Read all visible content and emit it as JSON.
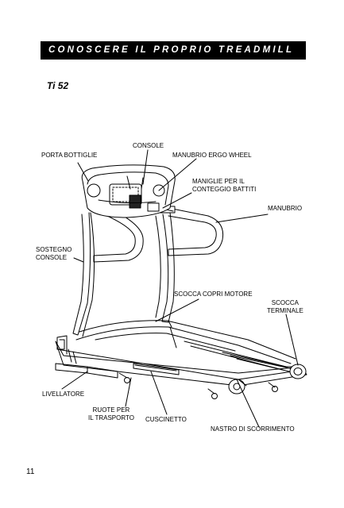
{
  "header": {
    "title": "CONOSCERE IL PROPRIO TREADMILL"
  },
  "model": "Ti 52",
  "labels": {
    "porta_bottiglie": "PORTA BOTTIGLIE",
    "console": "CONSOLE",
    "manubrio_ergo_wheel": "MANUBRIO ERGO WHEEL",
    "maniglie": "MANIGLIE PER IL\nCONTEGGIO BATTITI",
    "manubrio": "MANUBRIO",
    "sostegno_console": "SOSTEGNO\nCONSOLE",
    "scocca_copri_motore": "SCOCCA COPRI MOTORE",
    "scocca_terminale": "SCOCCA\nTERMINALE",
    "livellatore": "LIVELLATORE",
    "ruote": "RUOTE PER\nIL TRASPORTO",
    "cuscinetto": "CUSCINETTO",
    "nastro": "NASTRO DI SCORRIMENTO"
  },
  "page_number": "11"
}
